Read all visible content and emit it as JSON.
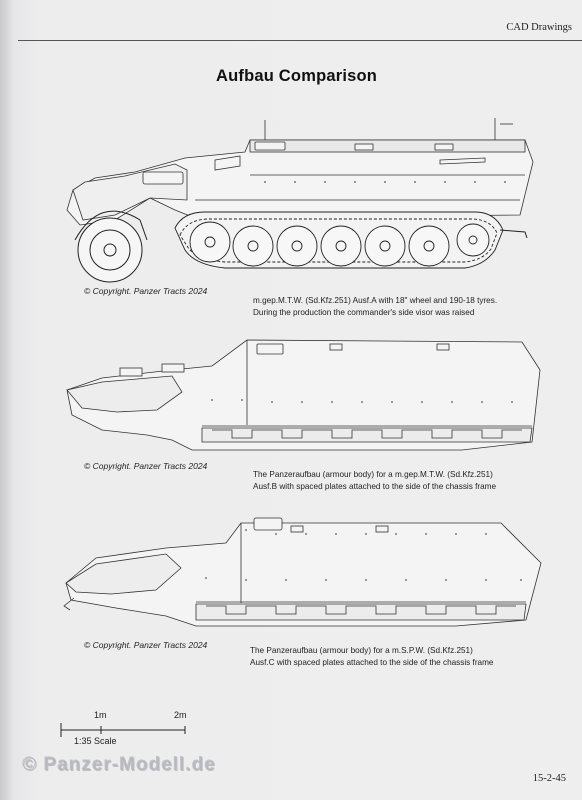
{
  "header": {
    "section": "CAD Drawings"
  },
  "title": "Aufbau Comparison",
  "drawings": [
    {
      "copyright": "© Copyright. Panzer Tracts 2024",
      "caption_lines": [
        "m.gep.M.T.W. (Sd.Kfz.251) Ausf.A with 18\" wheel and 190-18 tyres.",
        "During the production the commander's side visor was raised"
      ]
    },
    {
      "copyright": "© Copyright. Panzer Tracts 2024",
      "caption_lines": [
        "The Panzeraufbau (armour body) for a m.gep.M.T.W. (Sd.Kfz.251)",
        "Ausf.B with spaced plates attached to the side of the chassis frame"
      ]
    },
    {
      "copyright": "© Copyright. Panzer Tracts 2024",
      "caption_lines": [
        "The Panzeraufbau (armour body) for a m.S.P.W. (Sd.Kfz.251)",
        "Ausf.C with spaced plates attached to the side of the chassis frame"
      ]
    }
  ],
  "scale": {
    "mark_1": "1m",
    "mark_2": "2m",
    "label": "1:35 Scale"
  },
  "footer": {
    "page_number": "15-2-45"
  },
  "watermark": "© Panzer-Modell.de"
}
